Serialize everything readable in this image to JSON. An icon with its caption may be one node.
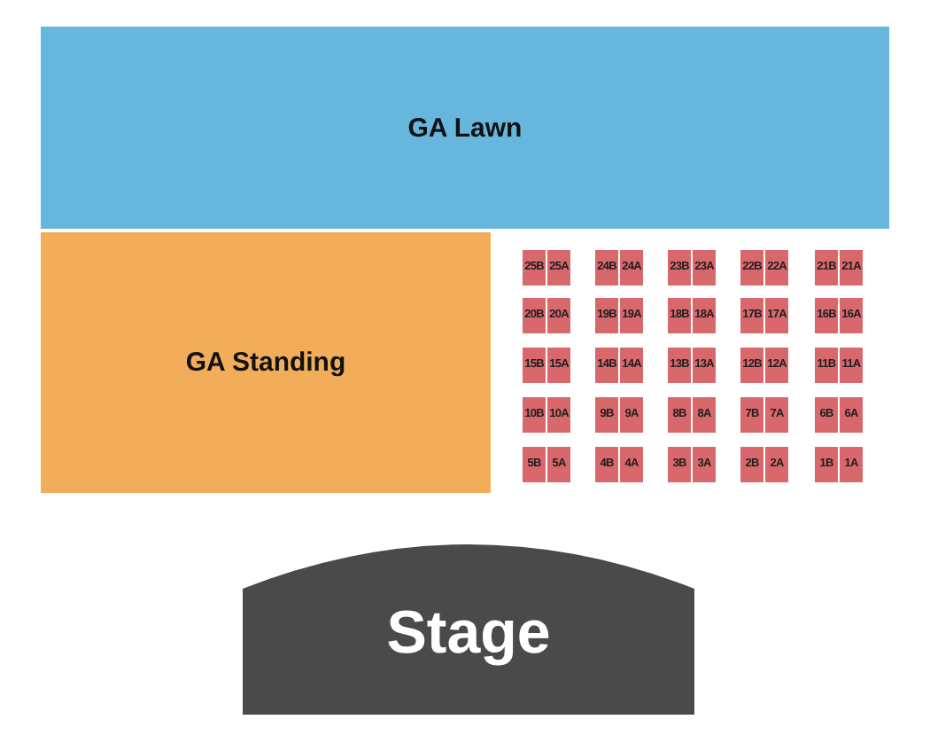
{
  "diagram": {
    "nodes": [
      {
        "text": [
          "GA Lawn"
        ]
      },
      {
        "text": [
          "GA Standing"
        ]
      },
      {
        "text": [
          "25B"
        ]
      },
      {
        "text": [
          "25A"
        ]
      },
      {
        "text": [
          "24B"
        ]
      },
      {
        "text": [
          "24A"
        ]
      },
      {
        "text": [
          "23B"
        ]
      },
      {
        "text": [
          "23A"
        ]
      },
      {
        "text": [
          "22B"
        ]
      },
      {
        "text": [
          "22A"
        ]
      },
      {
        "text": [
          "21B"
        ]
      },
      {
        "text": [
          "21A"
        ]
      },
      {
        "text": [
          "20B"
        ]
      },
      {
        "text": [
          "20A"
        ]
      },
      {
        "text": [
          "19B"
        ]
      },
      {
        "text": [
          "19A"
        ]
      },
      {
        "text": [
          "18B"
        ]
      },
      {
        "text": [
          "18A"
        ]
      },
      {
        "text": [
          "17B"
        ]
      },
      {
        "text": [
          "17A"
        ]
      },
      {
        "text": [
          "16B"
        ]
      },
      {
        "text": [
          "16A"
        ]
      },
      {
        "text": [
          "15B"
        ]
      },
      {
        "text": [
          "15A"
        ]
      },
      {
        "text": [
          "14B"
        ]
      },
      {
        "text": [
          "14A"
        ]
      },
      {
        "text": [
          "13B"
        ]
      },
      {
        "text": [
          "13A"
        ]
      },
      {
        "text": [
          "12B"
        ]
      },
      {
        "text": [
          "12A"
        ]
      },
      {
        "text": [
          "11B"
        ]
      },
      {
        "text": [
          "11A"
        ]
      },
      {
        "text": [
          "10B"
        ]
      },
      {
        "text": [
          "10A"
        ]
      },
      {
        "text": [
          "9B"
        ]
      },
      {
        "text": [
          "9A"
        ]
      },
      {
        "text": [
          "8B"
        ]
      },
      {
        "text": [
          "8A"
        ]
      },
      {
        "text": [
          "7B"
        ]
      },
      {
        "text": [
          "7A"
        ]
      },
      {
        "text": [
          "6B"
        ]
      },
      {
        "text": [
          "6A"
        ]
      },
      {
        "text": [
          "5B"
        ]
      },
      {
        "text": [
          "5A"
        ]
      },
      {
        "text": [
          "4B"
        ]
      },
      {
        "text": [
          "4A"
        ]
      },
      {
        "text": [
          "3B"
        ]
      },
      {
        "text": [
          "3A"
        ]
      },
      {
        "text": [
          "2B"
        ]
      },
      {
        "text": [
          "2A"
        ]
      },
      {
        "text": [
          "1B"
        ]
      },
      {
        "text": [
          "1A"
        ]
      },
      {
        "text": [
          "Stage"
        ]
      }
    ]
  }
}
